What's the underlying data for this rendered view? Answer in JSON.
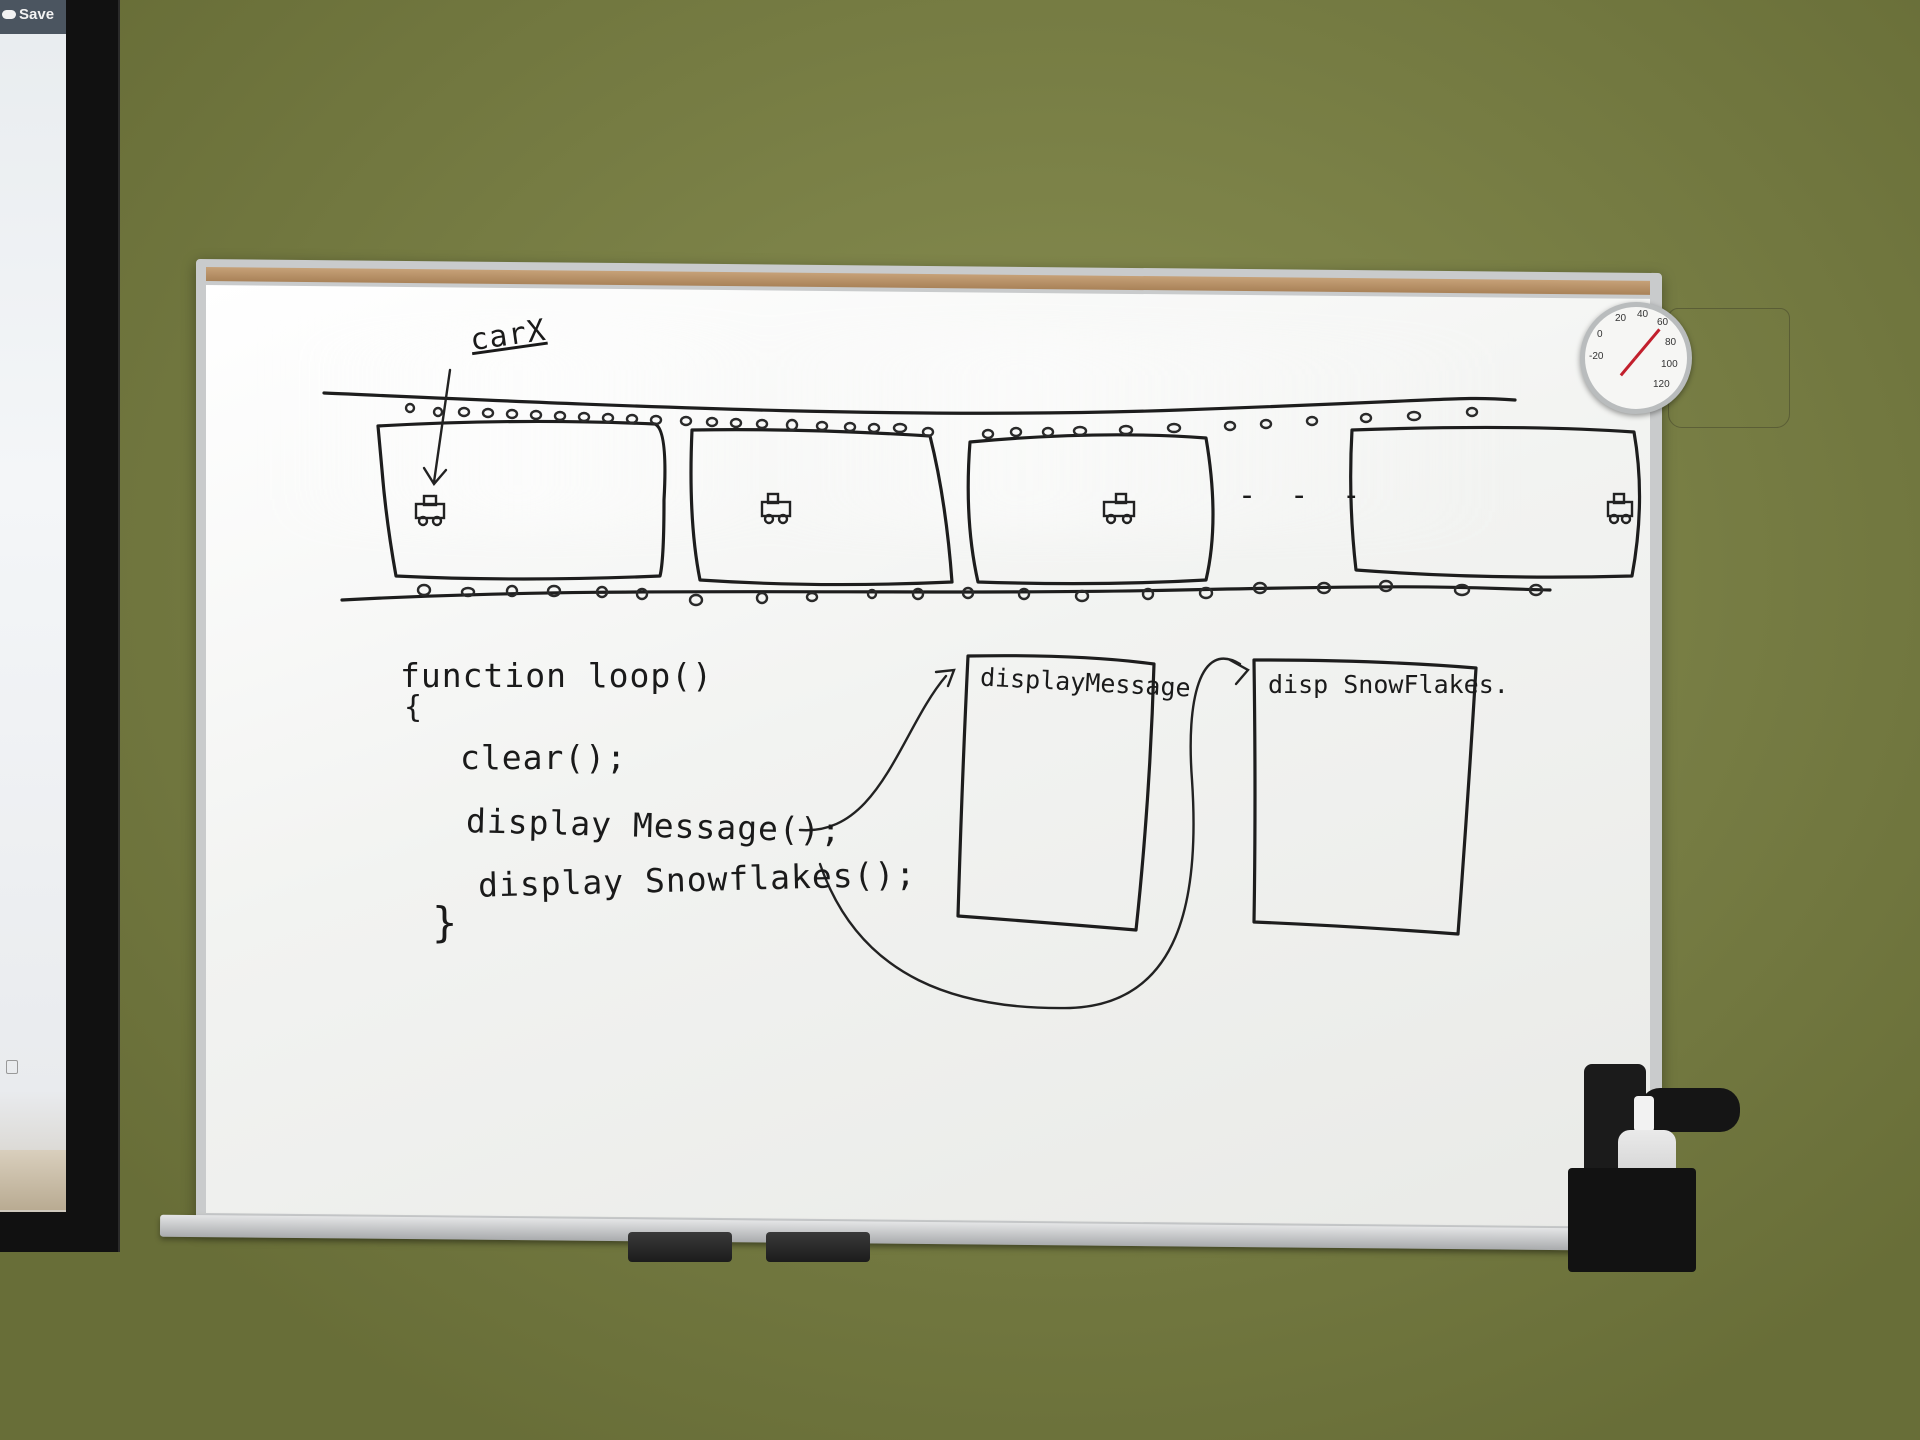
{
  "screen": {
    "save_button_label": "Save"
  },
  "whiteboard": {
    "car_label": "carX",
    "ellipsis": "- - -",
    "code": {
      "line1": "function  loop()",
      "line2": "{",
      "line3": "clear();",
      "line4": "display Message();",
      "line5": "display Snowflakes();",
      "line6": "}"
    },
    "box_labels": {
      "message": "displayMessage",
      "snowflakes": "disp SnowFlakes."
    }
  },
  "thermometer": {
    "scale": [
      "-20",
      "0",
      "20",
      "40",
      "60",
      "80",
      "100",
      "120"
    ]
  }
}
